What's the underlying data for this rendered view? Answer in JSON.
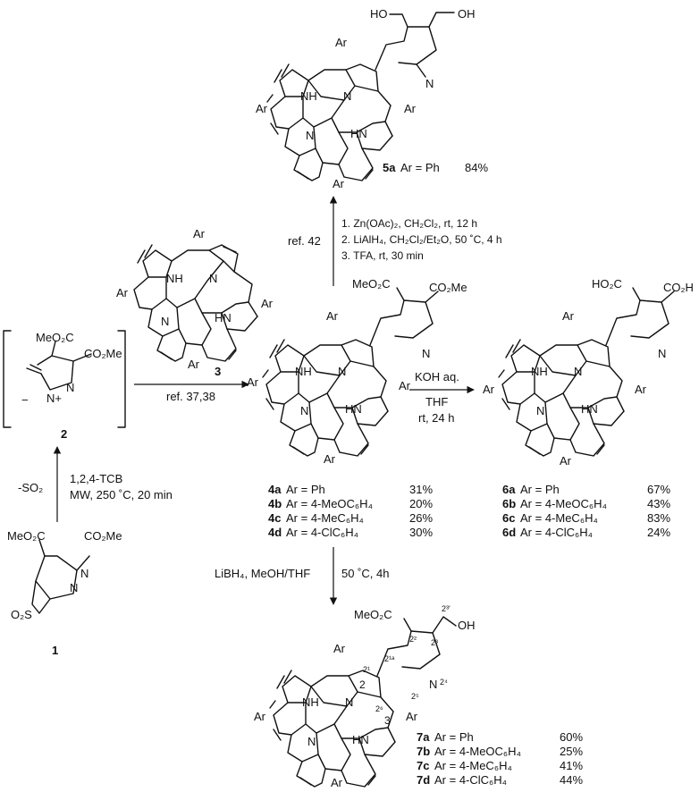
{
  "compound1": {
    "number": "1",
    "ester_left": "MeO₂C",
    "ester_right": "CO₂Me",
    "so2": "O₂S"
  },
  "compound2": {
    "number": "2",
    "ester_left": "MeO₂C",
    "ester_right": "CO₂Me",
    "n_plus": "N+",
    "minus": "−"
  },
  "compound3": {
    "number": "3"
  },
  "step_1_to_2": {
    "line1": "1,2,4-TCB",
    "line2": "MW, 250 ˚C, 20 min",
    "byproduct": "-SO₂"
  },
  "step_2_to_4": {
    "ref": "ref. 37,38"
  },
  "step_4_to_5": {
    "ref": "ref. 42",
    "line1": "1. Zn(OAc)₂, CH₂Cl₂, rt, 12 h",
    "line2": "2. LiAlH₄, CH₂Cl₂/Et₂O, 50 ˚C, 4 h",
    "line3": "3. TFA, rt, 30 min"
  },
  "step_4_to_6": {
    "line1": "KOH aq.",
    "line2": "THF",
    "line3": "rt, 24 h"
  },
  "step_4_to_7": {
    "line1": "LiBH₄, MeOH/THF",
    "line2": "50 ˚C, 4h"
  },
  "atoms": {
    "ar": "Ar",
    "nh": "NH",
    "hn": "HN",
    "n": "N",
    "oh": "OH",
    "ho": "HO",
    "meo2c": "MeO₂C",
    "co2me": "CO₂Me",
    "ho2c": "HO₂C",
    "co2h": "CO₂H",
    "n_pyr": "N",
    "nn": "N"
  },
  "numbering": {
    "c2": "2",
    "c21": "2¹",
    "c3": "3",
    "c22": "2²",
    "c23": "2³",
    "c23p": "2³'",
    "c21a": "2¹ᵃ",
    "n24": "2⁴",
    "n25": "2⁵",
    "c26": "2⁶"
  },
  "table5": [
    {
      "label": "5a",
      "ar": "Ar = Ph",
      "yield": "84%"
    }
  ],
  "table4": [
    {
      "label": "4a",
      "ar": "Ar = Ph",
      "yield": "31%"
    },
    {
      "label": "4b",
      "ar": "Ar = 4-MeOC₆H₄",
      "yield": "20%"
    },
    {
      "label": "4c",
      "ar": "Ar = 4-MeC₆H₄",
      "yield": "26%"
    },
    {
      "label": "4d",
      "ar": "Ar = 4-ClC₆H₄",
      "yield": "30%"
    }
  ],
  "table6": [
    {
      "label": "6a",
      "ar": "Ar = Ph",
      "yield": "67%"
    },
    {
      "label": "6b",
      "ar": "Ar = 4-MeOC₆H₄",
      "yield": "43%"
    },
    {
      "label": "6c",
      "ar": "Ar = 4-MeC₆H₄",
      "yield": "83%"
    },
    {
      "label": "6d",
      "ar": "Ar = 4-ClC₆H₄",
      "yield": "24%"
    }
  ],
  "table7": [
    {
      "label": "7a",
      "ar": "Ar = Ph",
      "yield": "60%"
    },
    {
      "label": "7b",
      "ar": "Ar = 4-MeOC₆H₄",
      "yield": "25%"
    },
    {
      "label": "7c",
      "ar": "Ar = 4-MeC₆H₄",
      "yield": "41%"
    },
    {
      "label": "7d",
      "ar": "Ar = 4-ClC₆H₄",
      "yield": "44%"
    }
  ]
}
